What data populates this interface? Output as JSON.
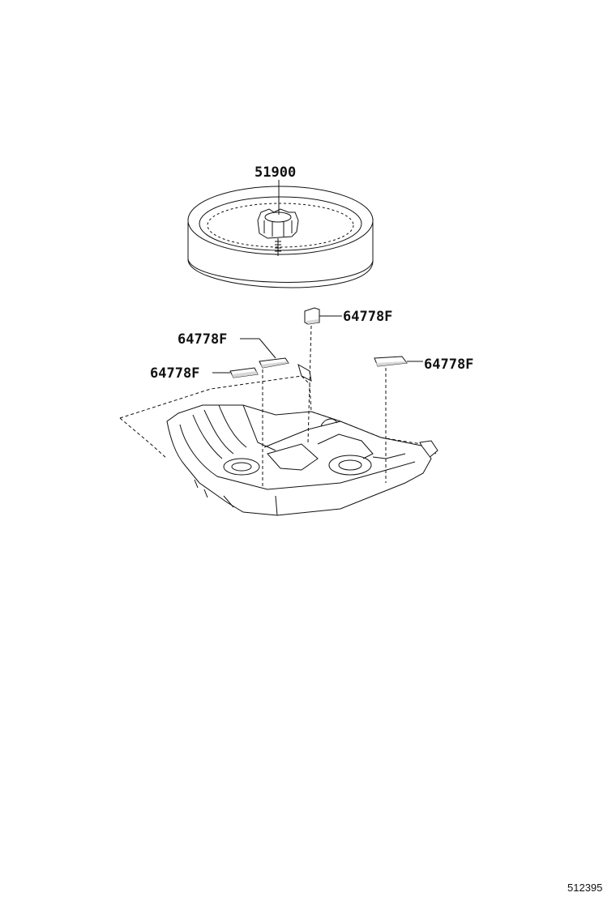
{
  "parts": {
    "spare_wheel": "51900",
    "pad_top_right": "64778F",
    "pad_left_upper": "64778F",
    "pad_left_lower": "64778F",
    "pad_right": "64778F"
  },
  "figure_number": "512395"
}
